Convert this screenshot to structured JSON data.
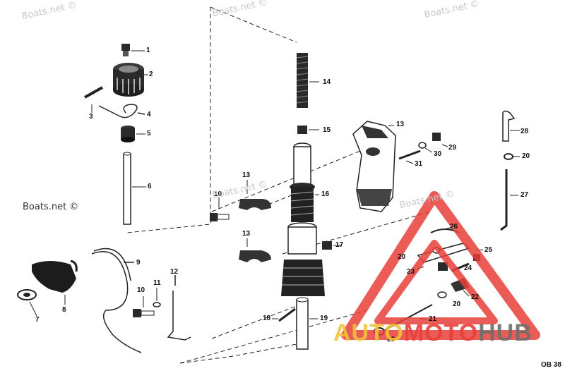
{
  "diagram": {
    "callouts": [
      {
        "id": "c1",
        "label": "1"
      },
      {
        "id": "c2",
        "label": "2"
      },
      {
        "id": "c3",
        "label": "3"
      },
      {
        "id": "c4",
        "label": "4"
      },
      {
        "id": "c5",
        "label": "5"
      },
      {
        "id": "c6",
        "label": "6"
      },
      {
        "id": "c7",
        "label": "7"
      },
      {
        "id": "c8",
        "label": "8"
      },
      {
        "id": "c9",
        "label": "9"
      },
      {
        "id": "c10a",
        "label": "10"
      },
      {
        "id": "c10b",
        "label": "10"
      },
      {
        "id": "c11",
        "label": "11"
      },
      {
        "id": "c12",
        "label": "12"
      },
      {
        "id": "c13a",
        "label": "13"
      },
      {
        "id": "c13b",
        "label": "13"
      },
      {
        "id": "c13c",
        "label": "13"
      },
      {
        "id": "c14",
        "label": "14"
      },
      {
        "id": "c15",
        "label": "15"
      },
      {
        "id": "c16",
        "label": "16"
      },
      {
        "id": "c17",
        "label": "17"
      },
      {
        "id": "c18",
        "label": "18"
      },
      {
        "id": "c19",
        "label": "19"
      },
      {
        "id": "c20a",
        "label": "20"
      },
      {
        "id": "c20b",
        "label": "20"
      },
      {
        "id": "c20c",
        "label": "20"
      },
      {
        "id": "c20d",
        "label": "20"
      },
      {
        "id": "c21",
        "label": "21"
      },
      {
        "id": "c22",
        "label": "22"
      },
      {
        "id": "c23",
        "label": "23"
      },
      {
        "id": "c24",
        "label": "24"
      },
      {
        "id": "c25",
        "label": "25"
      },
      {
        "id": "c26",
        "label": "26"
      },
      {
        "id": "c27",
        "label": "27"
      },
      {
        "id": "c28",
        "label": "28"
      },
      {
        "id": "c29",
        "label": "29"
      },
      {
        "id": "c30",
        "label": "30"
      },
      {
        "id": "c31",
        "label": "31"
      }
    ],
    "reference_code": "OB 38"
  },
  "watermarks": {
    "boats_net": "Boats.net ©",
    "logo_auto": "AUTO",
    "logo_moto": "MOTO",
    "logo_hub": "HUB"
  },
  "colors": {
    "line": "#1a1a1a",
    "part_fill": "#2a2a2a",
    "logo_red": "#e8403a",
    "logo_yellow": "#f2c33c",
    "logo_gray": "#6e6e6e",
    "watermark_gray": "#c9c9c9"
  }
}
